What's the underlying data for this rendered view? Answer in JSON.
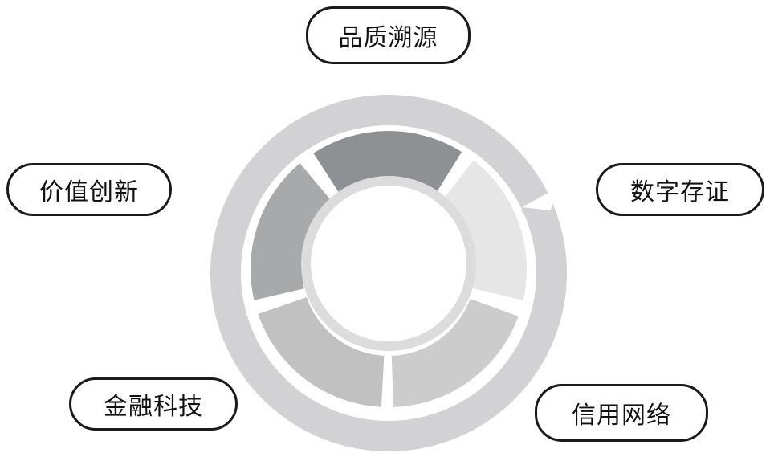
{
  "labels": {
    "top": "品质溯源",
    "right": "数字存证",
    "left": "价值创新",
    "bottom_left": "金融科技",
    "bottom_right": "信用网络"
  },
  "colors": {
    "outer_ring": "#d2d2d4",
    "segment_top": "#8e9193",
    "segment_right": "#e6e6e6",
    "segment_bottom_right": "#cccccc",
    "segment_bottom_left": "#c1c1c1",
    "segment_left": "#a7a9ab",
    "inner_ring": "#dcdcdc"
  }
}
